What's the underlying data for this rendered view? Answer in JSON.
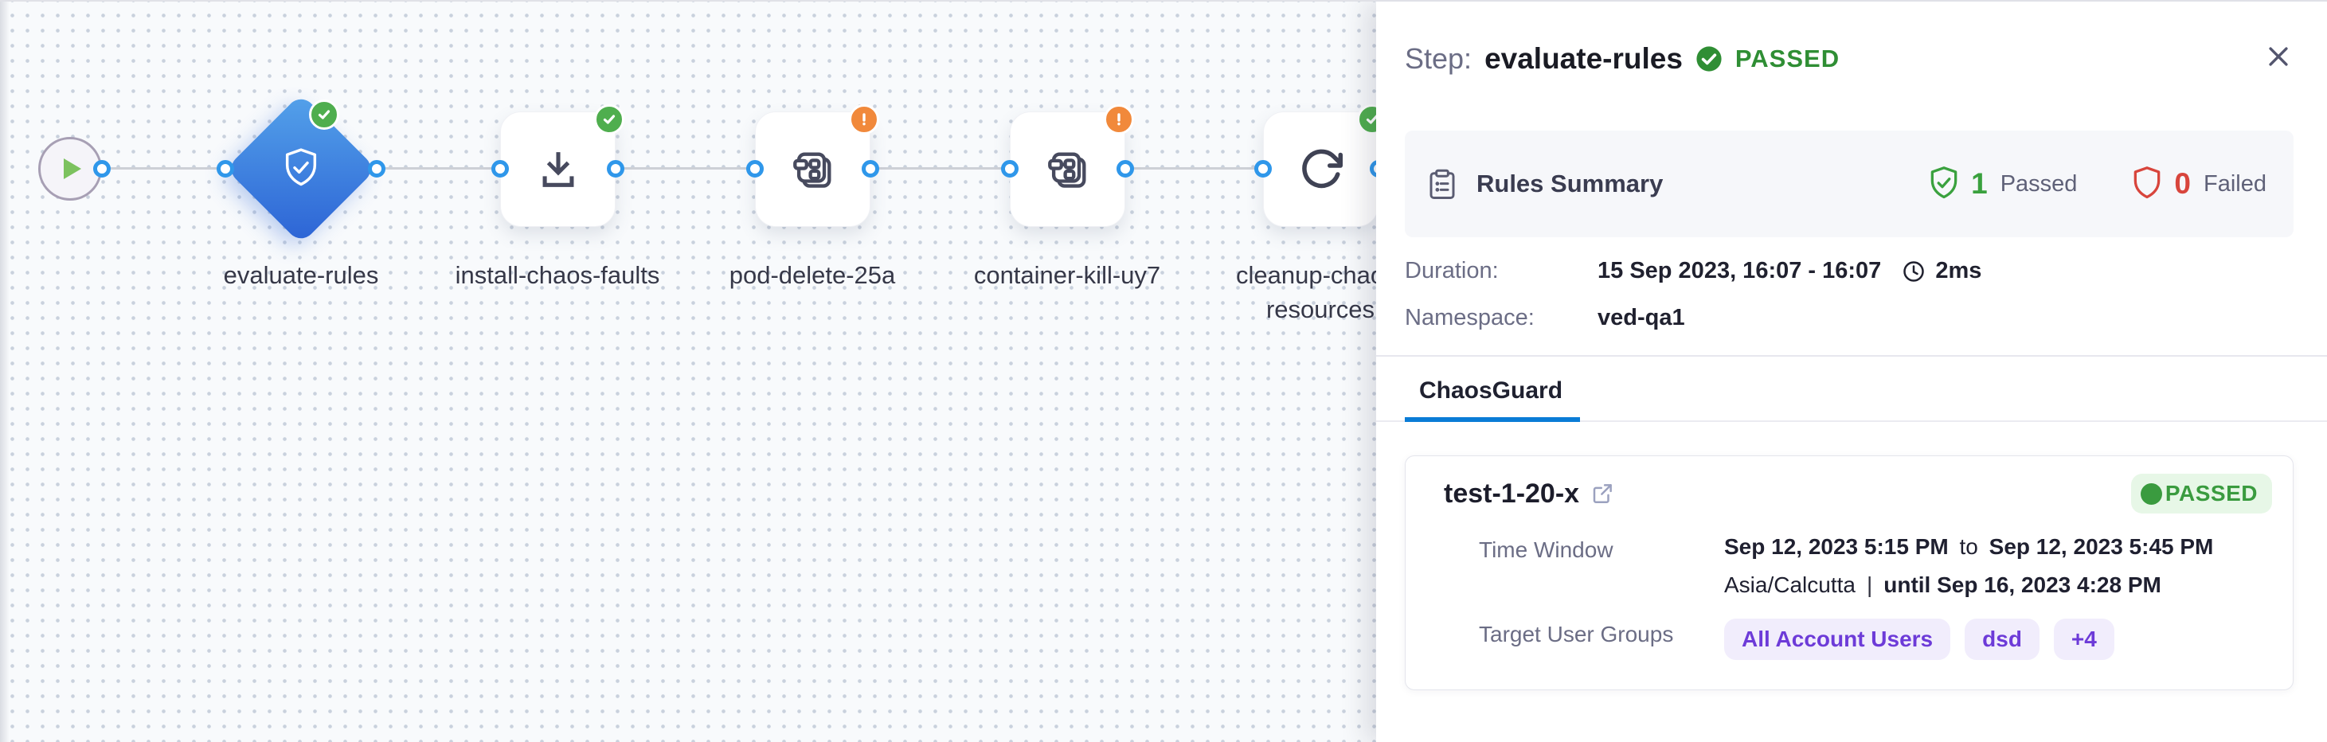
{
  "canvas": {
    "nodes": [
      {
        "label": "evaluate-rules",
        "status": "PASSED"
      },
      {
        "label": "install-chaos-faults",
        "status": "PASSED"
      },
      {
        "label": "pod-delete-25a",
        "status": "WARNING"
      },
      {
        "label": "container-kill-uy7",
        "status": "WARNING"
      },
      {
        "label": "cleanup-chaos-resources",
        "status": "PASSED"
      }
    ]
  },
  "panel": {
    "header": {
      "prefix": "Step:",
      "title": "evaluate-rules",
      "status": "PASSED"
    },
    "rules_summary": {
      "title": "Rules Summary",
      "passed_count": "1",
      "passed_label": "Passed",
      "failed_count": "0",
      "failed_label": "Failed"
    },
    "meta": {
      "duration_label": "Duration:",
      "duration_value": "15 Sep 2023, 16:07 - 16:07",
      "duration_elapsed": "2ms",
      "namespace_label": "Namespace:",
      "namespace_value": "ved-qa1"
    },
    "tabs": [
      {
        "label": "ChaosGuard",
        "active": true
      }
    ],
    "card": {
      "name": "test-1-20-x",
      "status": "PASSED",
      "time_window_label": "Time Window",
      "time_from": "Sep 12, 2023 5:15 PM",
      "to_word": "to",
      "time_to": "Sep 12, 2023 5:45 PM",
      "timezone": "Asia/Calcutta",
      "separator": "|",
      "until": "until Sep 16, 2023 4:28 PM",
      "groups_label": "Target User Groups",
      "groups": [
        "All Account Users",
        "dsd",
        "+4"
      ]
    }
  },
  "colors": {
    "node_blue_top": "#54a2ea",
    "node_blue_bottom": "#2c63d5",
    "connector_blue": "#2f97ea",
    "edge_gray": "#cdd0d6",
    "success_green": "#4fae4e",
    "warning_orange": "#f1893b",
    "passed_text_green": "#2f8e34",
    "failed_red": "#d8453c",
    "tab_underline_blue": "#0a7cd6",
    "group_purple": "#6d3bd8",
    "label_gray": "#6b6d85",
    "play_green": "#7cc25f"
  }
}
